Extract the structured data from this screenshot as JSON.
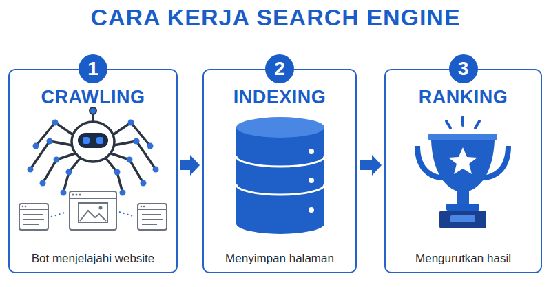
{
  "diagram": {
    "title": "CARA KERJA SEARCH ENGINE",
    "nodes": [
      {
        "text": [
          "1",
          "CRAWLING",
          "Bot menjelajahi website"
        ]
      },
      {
        "text": [
          "2",
          "INDEXING",
          "Menyimpan halaman"
        ]
      },
      {
        "text": [
          "3",
          "RANKING",
          "Mengurutkan hasil"
        ]
      }
    ],
    "edges": [
      {
        "from": 0,
        "to": 1,
        "arrow": "to"
      },
      {
        "from": 1,
        "to": 2,
        "arrow": "to"
      }
    ]
  }
}
